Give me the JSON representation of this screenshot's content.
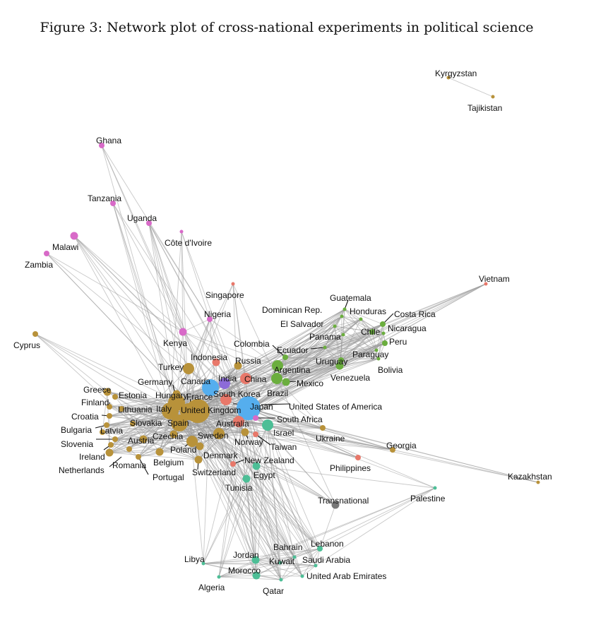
{
  "figure": {
    "caption": "Figure 3: Network plot of cross-national experiments in political science"
  },
  "groups": {
    "europe": {
      "color": "#B8923A"
    },
    "africa": {
      "color": "#D86AC8"
    },
    "asia_pacific": {
      "color": "#E8786A"
    },
    "latin_america": {
      "color": "#6BAE3E"
    },
    "mena": {
      "color": "#4DBE96"
    },
    "india": {
      "color": "#8C6BD8"
    },
    "north_america": {
      "color": "#55AEEE"
    },
    "transnational": {
      "color": "#777777"
    }
  },
  "nodes": [
    {
      "name": "Kyrgyzstan",
      "group": "europe",
      "size": "xs"
    },
    {
      "name": "Tajikistan",
      "group": "europe",
      "size": "xs"
    },
    {
      "name": "Ghana",
      "group": "africa",
      "size": "s"
    },
    {
      "name": "Tanzania",
      "group": "africa",
      "size": "s"
    },
    {
      "name": "Uganda",
      "group": "africa",
      "size": "s"
    },
    {
      "name": "Côte d'Ivoire",
      "group": "africa",
      "size": "xs"
    },
    {
      "name": "Malawi",
      "group": "africa",
      "size": "m"
    },
    {
      "name": "Zambia",
      "group": "africa",
      "size": "s"
    },
    {
      "name": "Vietnam",
      "group": "asia_pacific",
      "size": "xs"
    },
    {
      "name": "Singapore",
      "group": "asia_pacific",
      "size": "xs"
    },
    {
      "name": "Nigeria",
      "group": "africa",
      "size": "s"
    },
    {
      "name": "Kenya",
      "group": "africa",
      "size": "m"
    },
    {
      "name": "Cyprus",
      "group": "europe",
      "size": "s"
    },
    {
      "name": "Guatemala",
      "group": "latin_america",
      "size": "xs"
    },
    {
      "name": "Dominican Rep.",
      "group": "latin_america",
      "size": "xs"
    },
    {
      "name": "Honduras",
      "group": "latin_america",
      "size": "xs"
    },
    {
      "name": "Costa Rica",
      "group": "latin_america",
      "size": "s"
    },
    {
      "name": "El Salvador",
      "group": "latin_america",
      "size": "xs"
    },
    {
      "name": "Chile",
      "group": "latin_america",
      "size": "s"
    },
    {
      "name": "Nicaragua",
      "group": "latin_america",
      "size": "xs"
    },
    {
      "name": "Panama",
      "group": "latin_america",
      "size": "xs"
    },
    {
      "name": "Peru",
      "group": "latin_america",
      "size": "s"
    },
    {
      "name": "Colombia",
      "group": "latin_america",
      "size": "s"
    },
    {
      "name": "Ecuador",
      "group": "latin_america",
      "size": "xs"
    },
    {
      "name": "Paraguay",
      "group": "latin_america",
      "size": "xs"
    },
    {
      "name": "Uruguay",
      "group": "latin_america",
      "size": "s"
    },
    {
      "name": "Bolivia",
      "group": "latin_america",
      "size": "xs"
    },
    {
      "name": "Indonesia",
      "group": "asia_pacific",
      "size": "m"
    },
    {
      "name": "Russia",
      "group": "europe",
      "size": "m"
    },
    {
      "name": "Turkey",
      "group": "europe",
      "size": "l"
    },
    {
      "name": "Argentina",
      "group": "latin_america",
      "size": "l"
    },
    {
      "name": "Venezuela",
      "group": "latin_america",
      "size": "m"
    },
    {
      "name": "Germany",
      "group": "europe",
      "size": "xl"
    },
    {
      "name": "Canada",
      "group": "north_america",
      "size": "xl"
    },
    {
      "name": "India",
      "group": "india",
      "size": "l"
    },
    {
      "name": "China",
      "group": "asia_pacific",
      "size": "l"
    },
    {
      "name": "Mexico",
      "group": "latin_america",
      "size": "m"
    },
    {
      "name": "Greece",
      "group": "europe",
      "size": "m"
    },
    {
      "name": "Hungary",
      "group": "europe",
      "size": "m"
    },
    {
      "name": "South Korea",
      "group": "asia_pacific",
      "size": "l"
    },
    {
      "name": "Brazil",
      "group": "latin_america",
      "size": "l"
    },
    {
      "name": "Estonia",
      "group": "europe",
      "size": "s"
    },
    {
      "name": "France",
      "group": "europe",
      "size": "xl"
    },
    {
      "name": "Finland",
      "group": "europe",
      "size": "s"
    },
    {
      "name": "Italy",
      "group": "europe",
      "size": "xl"
    },
    {
      "name": "United Kingdom",
      "group": "europe",
      "size": "xxl"
    },
    {
      "name": "Japan",
      "group": "asia_pacific",
      "size": "l"
    },
    {
      "name": "United States of America",
      "group": "north_america",
      "size": "xxl"
    },
    {
      "name": "Lithuania",
      "group": "europe",
      "size": "s"
    },
    {
      "name": "Croatia",
      "group": "europe",
      "size": "s"
    },
    {
      "name": "Slovakia",
      "group": "europe",
      "size": "s"
    },
    {
      "name": "Spain",
      "group": "europe",
      "size": "xl"
    },
    {
      "name": "Australia",
      "group": "asia_pacific",
      "size": "l"
    },
    {
      "name": "South Africa",
      "group": "africa",
      "size": "s"
    },
    {
      "name": "Bulgaria",
      "group": "europe",
      "size": "s"
    },
    {
      "name": "Latvia",
      "group": "europe",
      "size": "s"
    },
    {
      "name": "Czechia",
      "group": "europe",
      "size": "m"
    },
    {
      "name": "Sweden",
      "group": "europe",
      "size": "l"
    },
    {
      "name": "Israel",
      "group": "mena",
      "size": "l"
    },
    {
      "name": "Ukraine",
      "group": "europe",
      "size": "s"
    },
    {
      "name": "Austria",
      "group": "europe",
      "size": "m"
    },
    {
      "name": "Slovenia",
      "group": "europe",
      "size": "s"
    },
    {
      "name": "Norway",
      "group": "europe",
      "size": "m"
    },
    {
      "name": "Taiwan",
      "group": "asia_pacific",
      "size": "s"
    },
    {
      "name": "Georgia",
      "group": "europe",
      "size": "s"
    },
    {
      "name": "Poland",
      "group": "europe",
      "size": "l"
    },
    {
      "name": "Ireland",
      "group": "europe",
      "size": "s"
    },
    {
      "name": "Denmark",
      "group": "europe",
      "size": "m"
    },
    {
      "name": "New Zealand",
      "group": "asia_pacific",
      "size": "s"
    },
    {
      "name": "Belgium",
      "group": "europe",
      "size": "m"
    },
    {
      "name": "Philippines",
      "group": "asia_pacific",
      "size": "s"
    },
    {
      "name": "Romania",
      "group": "europe",
      "size": "s"
    },
    {
      "name": "Netherlands",
      "group": "europe",
      "size": "m"
    },
    {
      "name": "Switzerland",
      "group": "europe",
      "size": "m"
    },
    {
      "name": "Egypt",
      "group": "mena",
      "size": "m"
    },
    {
      "name": "Portugal",
      "group": "europe",
      "size": "s"
    },
    {
      "name": "Kazakhstan",
      "group": "europe",
      "size": "xs"
    },
    {
      "name": "Tunisia",
      "group": "mena",
      "size": "m"
    },
    {
      "name": "Palestine",
      "group": "mena",
      "size": "xs"
    },
    {
      "name": "Transnational",
      "group": "transnational",
      "size": "m"
    },
    {
      "name": "Lebanon",
      "group": "mena",
      "size": "s"
    },
    {
      "name": "Bahrain",
      "group": "mena",
      "size": "xs"
    },
    {
      "name": "Libya",
      "group": "mena",
      "size": "xs"
    },
    {
      "name": "Jordan",
      "group": "mena",
      "size": "m"
    },
    {
      "name": "Kuwait",
      "group": "mena",
      "size": "xs"
    },
    {
      "name": "Saudi Arabia",
      "group": "mena",
      "size": "xs"
    },
    {
      "name": "Morocco",
      "group": "mena",
      "size": "m"
    },
    {
      "name": "United Arab Emirates",
      "group": "mena",
      "size": "xs"
    },
    {
      "name": "Algeria",
      "group": "mena",
      "size": "xs"
    },
    {
      "name": "Qatar",
      "group": "mena",
      "size": "xs"
    }
  ]
}
